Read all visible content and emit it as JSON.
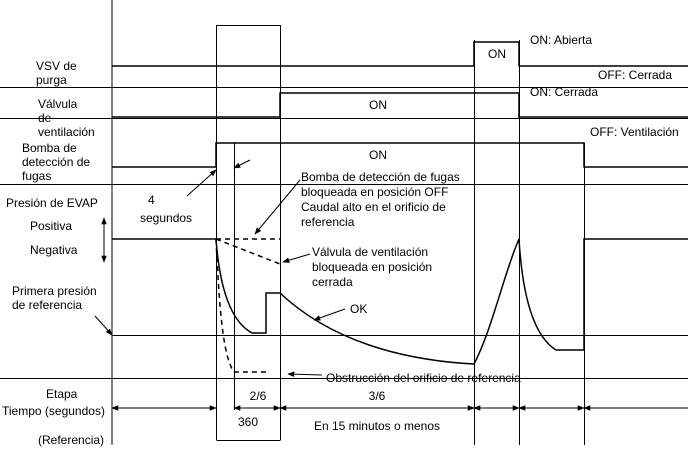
{
  "signals": {
    "vsv_purge": [
      "VSV de",
      "purga"
    ],
    "vent_valve": [
      "Válvula",
      "de",
      "ventilación"
    ],
    "leak_pump": [
      "Bomba de",
      "detección de",
      "fugas"
    ]
  },
  "states": {
    "vsv_on": "ON",
    "vsv_on_state": "ON: Abierta",
    "vsv_off_state": "OFF: Cerrada",
    "vent_on": "ON",
    "vent_on_state": "ON: Cerrada",
    "vent_off_state": "OFF: Ventilación",
    "pump_on": "ON"
  },
  "pressure": {
    "title": "Presión de EVAP",
    "positive": "Positiva",
    "negative": "Negativa",
    "reference": [
      "Primera presión",
      "de referencia"
    ]
  },
  "annotations": {
    "delay": [
      "4",
      "segundos"
    ],
    "pump_stuck": [
      "Bomba de detección de fugas",
      "bloqueada en posición OFF",
      "Caudal alto en el orificio de",
      "referencia"
    ],
    "vent_stuck": [
      "Válvula de ventilación",
      "bloqueada en posición",
      "cerrada"
    ],
    "ok": "OK",
    "orifice_block": "Obstrucción del orificio de referencia"
  },
  "timeline": {
    "stage_label": "Etapa",
    "time_label": "Tiempo (segundos)",
    "reference_label": "(Referencia)",
    "stage_2": "2/6",
    "stage_3": "3/6",
    "duration_360": "360",
    "duration_15": "En 15 minutos o menos"
  }
}
